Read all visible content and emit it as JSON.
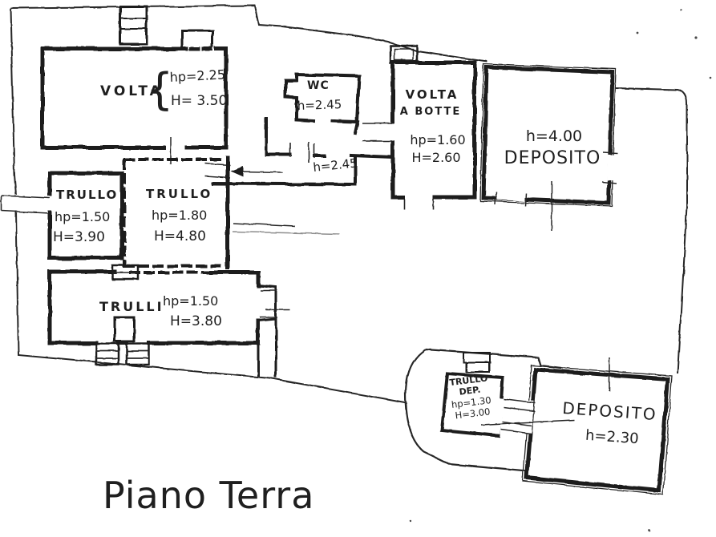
{
  "title": "Piano Terra",
  "plan": {
    "volta": {
      "name": "VOLTA",
      "brace": "{",
      "hp": "hp=2.25",
      "h": "H= 3.50"
    },
    "wc": {
      "name": "WC",
      "h": "h=2.45"
    },
    "corridor": {
      "h": "h=2.45"
    },
    "volta_a_botte": {
      "name_line1": "VOLTA",
      "name_line2": "A BOTTE",
      "hp": "hp=1.60",
      "h": "H=2.60"
    },
    "deposito_top": {
      "h": "h=4.00",
      "name": "DEPOSITO"
    },
    "trullo_left": {
      "name": "TRULLO",
      "hp": "hp=1.50",
      "h": "H=3.90"
    },
    "trullo_center": {
      "name": "TRULLO",
      "hp": "hp=1.80",
      "h": "H=4.80"
    },
    "trulli": {
      "name": "TRULLI",
      "hp": "hp=1.50",
      "h": "H=3.80"
    },
    "trullo_dep": {
      "name_line1": "TRULLO",
      "name_line2": "DEP.",
      "hp": "hp=1.30",
      "h": "H=3.00"
    },
    "deposito_bottom": {
      "name": "DEPOSITO",
      "h": "h=2.30"
    }
  }
}
